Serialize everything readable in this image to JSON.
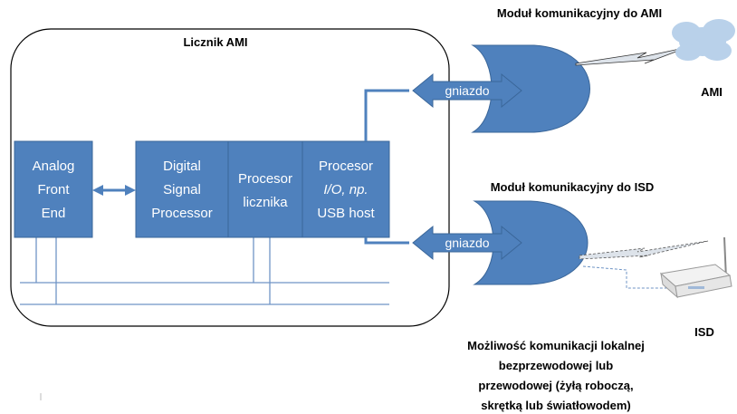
{
  "meter": {
    "title": "Licznik AMI",
    "blocks": {
      "afe": [
        "Analog",
        "Front",
        "End"
      ],
      "dsp": [
        "Digital",
        "Signal",
        "Processor"
      ],
      "meter_cpu": [
        "Procesor",
        "licznika"
      ],
      "io_cpu": [
        "Procesor",
        "I/O, np.",
        "USB host"
      ]
    }
  },
  "ami_module": {
    "title": "Moduł komunikacyjny do AMI",
    "socket_label": "gniazdo",
    "target_label": "AMI"
  },
  "isd_module": {
    "title": "Moduł komunikacyjny do ISD",
    "socket_label": "gniazdo",
    "target_label": "ISD"
  },
  "note": [
    "Możliwość  komunikacji lokalnej",
    "bezprzewodowej lub",
    "przewodowej (żyłą roboczą,",
    "skrętką lub światłowodem)"
  ],
  "colors": {
    "block_fill": "#4f81bd",
    "block_stroke": "#3a6699",
    "arrow": "#4f81bd",
    "line": "#6f94c5",
    "cloud": "#b9d1ea",
    "text_dark": "#000000",
    "text_light": "#ffffff"
  }
}
